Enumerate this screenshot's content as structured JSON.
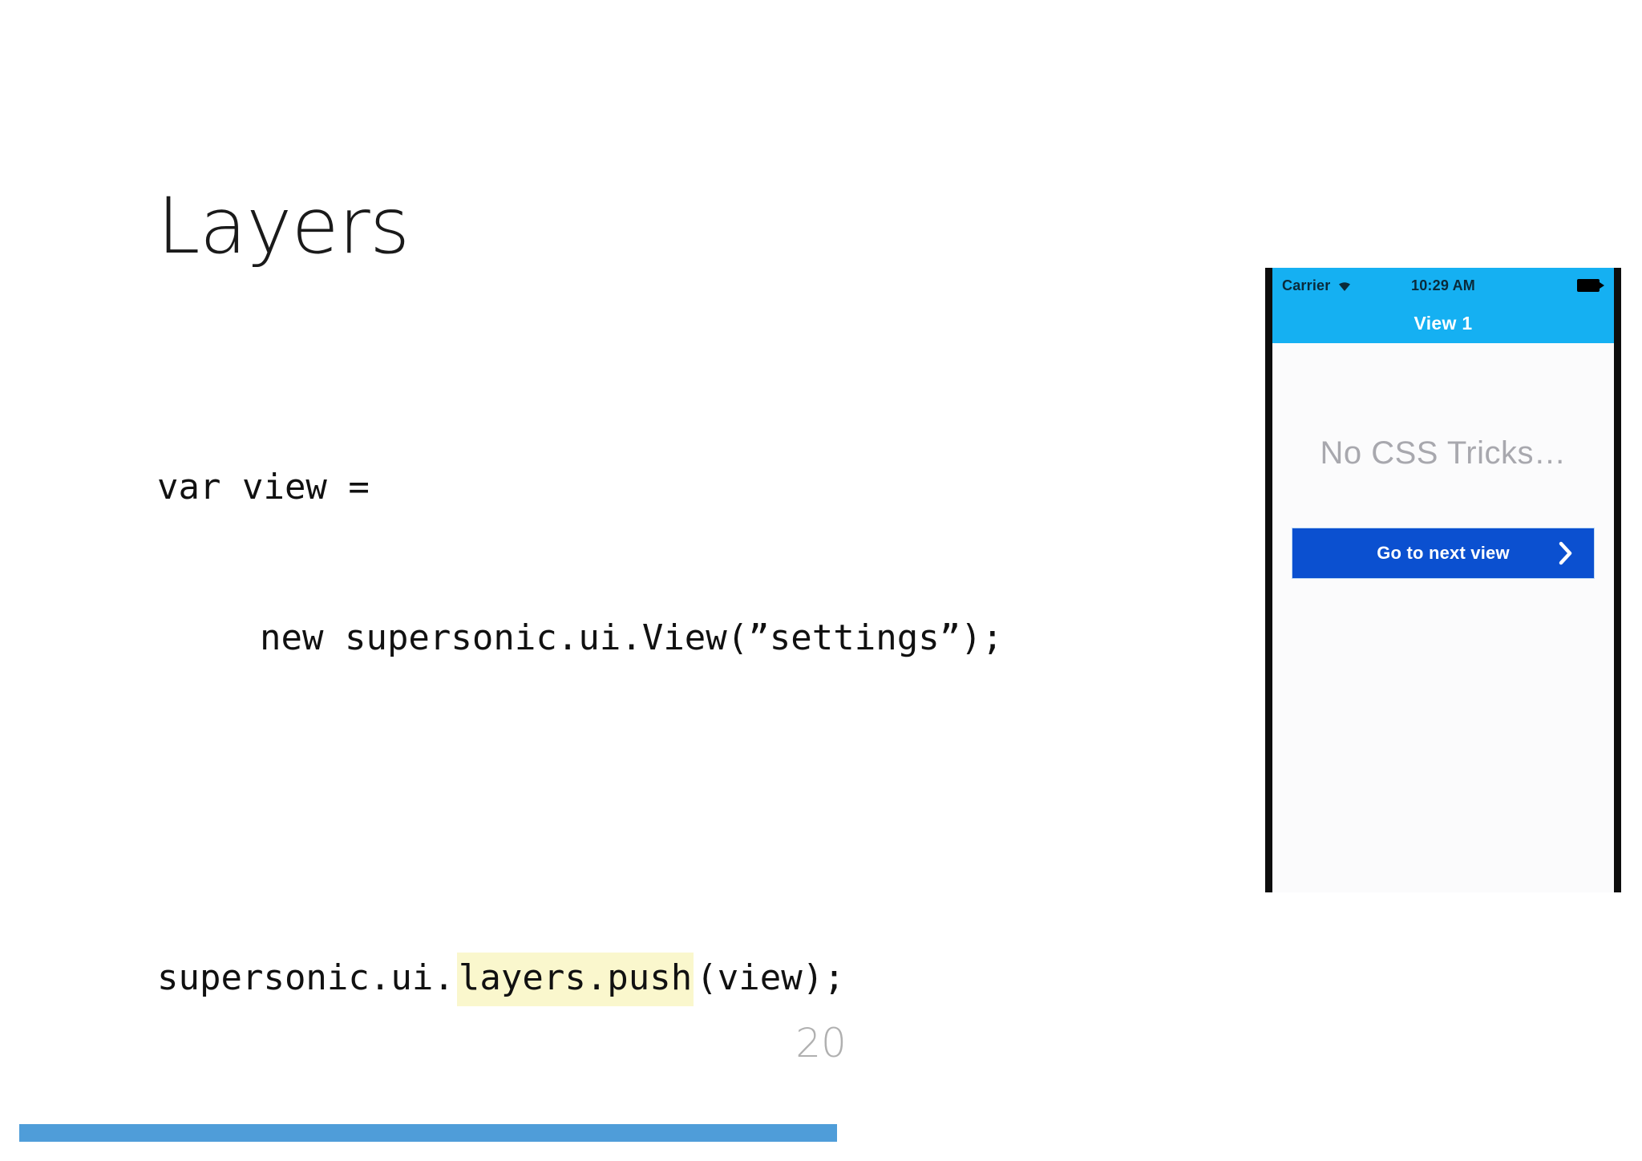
{
  "slide": {
    "title": "Layers",
    "page_number": "20",
    "progress_percent": 51,
    "accent_color": "#4f9dd9",
    "highlight_color": "#faf7cd"
  },
  "code": {
    "lines": [
      {
        "indent": 0,
        "segments": [
          {
            "text": "var view =",
            "highlight": false
          }
        ]
      },
      {
        "indent": 1,
        "segments": [
          {
            "text": "new supersonic.ui.View(”settings”);",
            "highlight": false
          }
        ]
      },
      {
        "gap": true
      },
      {
        "indent": 0,
        "segments": [
          {
            "text": "supersonic.ui.",
            "highlight": false
          },
          {
            "text": "layers.push",
            "highlight": true
          },
          {
            "text": "(view);",
            "highlight": false
          }
        ]
      }
    ]
  },
  "phone": {
    "status_bar": {
      "carrier": "Carrier",
      "wifi_icon": "wifi-icon",
      "time": "10:29 AM",
      "battery_icon": "battery-full-icon",
      "background_color": "#15b0f2"
    },
    "nav_bar": {
      "title": "View 1",
      "background_color": "#15b0f2"
    },
    "content": {
      "heading": "No CSS Tricks…",
      "button": {
        "label": "Go to next view",
        "chevron_icon": "chevron-right-icon",
        "background_color": "#0b50d0"
      }
    }
  }
}
